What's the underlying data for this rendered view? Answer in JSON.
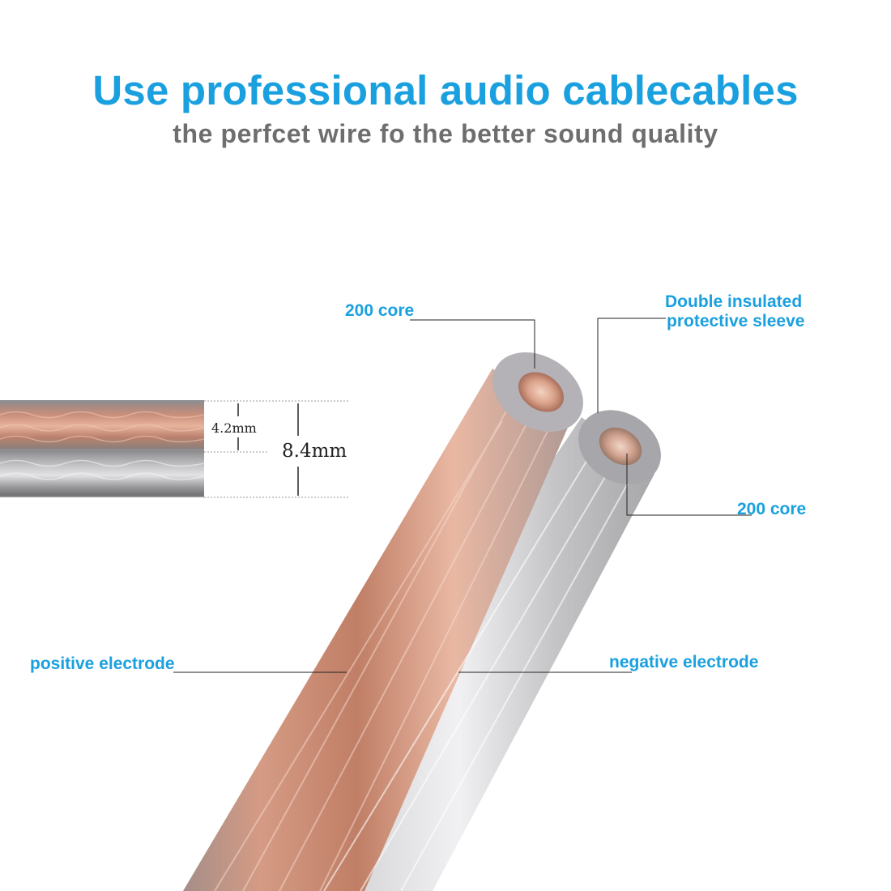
{
  "header": {
    "title": "Use professional audio cablecables",
    "subtitle": "the perfcet wire fo the better sound quality"
  },
  "colors": {
    "accent": "#1aa0df",
    "subtitle": "#6e6e6e",
    "copper": "#c98a70",
    "silver": "#c9c9cb",
    "leader_line": "#222222"
  },
  "labels": {
    "core_top": "200 core",
    "sleeve_line1": "Double insulated",
    "sleeve_line2": "protective sleeve",
    "core_right": "200 core",
    "positive": "positive electrode",
    "negative": "negative electrode"
  },
  "dimensions": {
    "conductor_width": "4.2mm",
    "total_width": "8.4mm"
  }
}
